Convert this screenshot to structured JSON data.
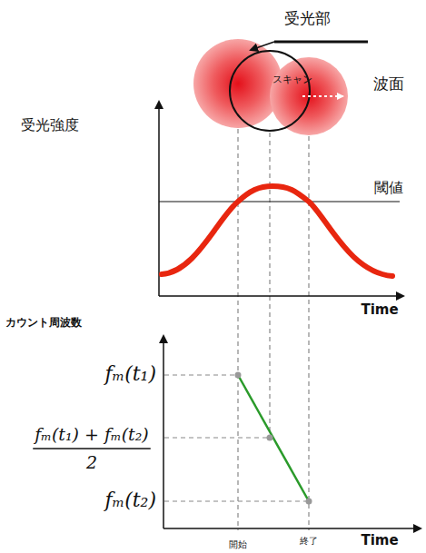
{
  "diagram": {
    "labels": [
      "受光部",
      "スキャン",
      "波面",
      "受光強度",
      "閾値",
      "Time",
      "カウント周波数",
      "fₘ(t₁)",
      "fₘ(t₁) + fₘ(t₂)",
      "2",
      "fₘ(t₂)",
      "Time",
      "開始",
      "終了"
    ]
  }
}
